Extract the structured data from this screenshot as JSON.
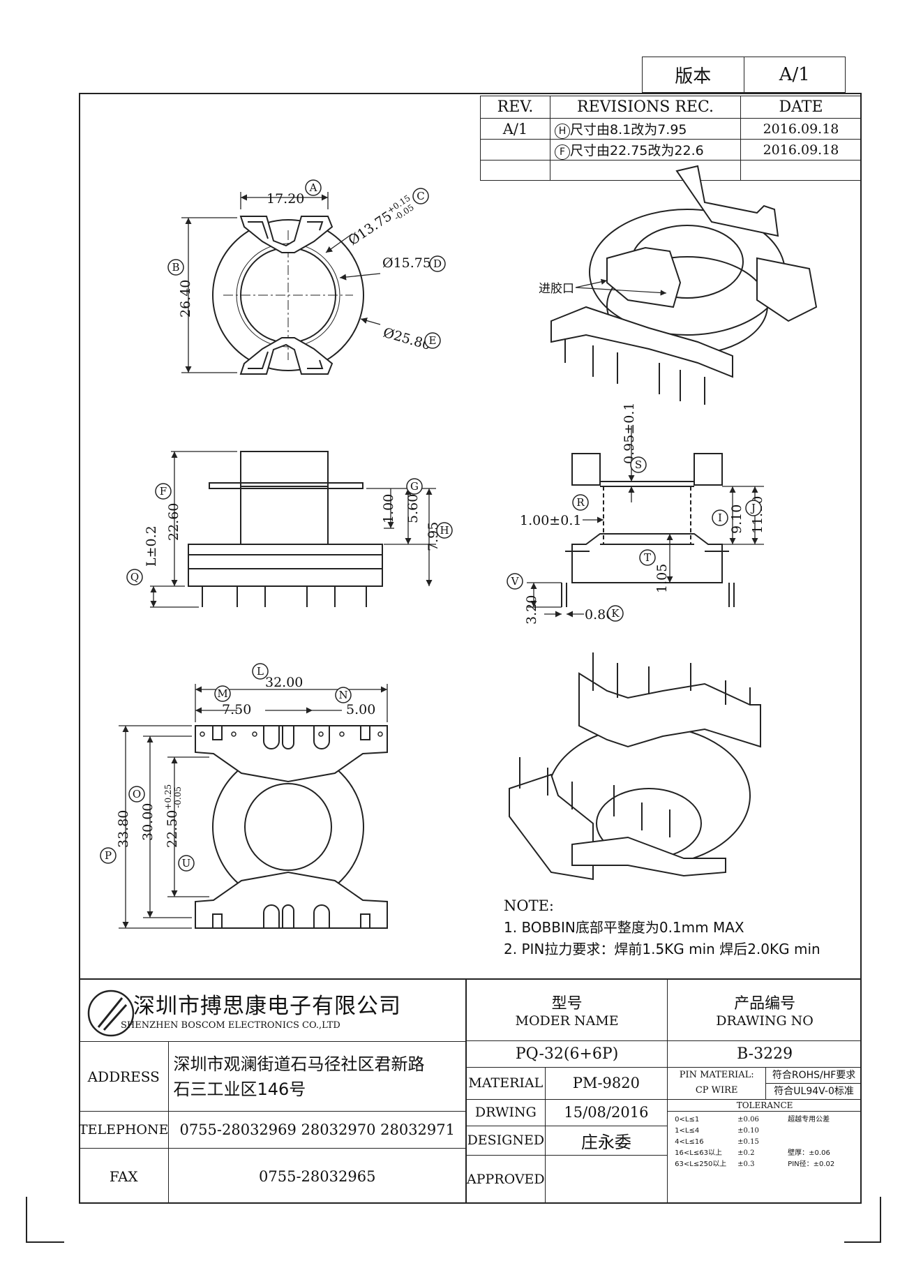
{
  "version": {
    "label": "版本",
    "value": "A/1"
  },
  "revisions": {
    "headers": [
      "REV.",
      "REVISIONS REC.",
      "DATE"
    ],
    "rows": [
      {
        "rev": "A/1",
        "marker": "H",
        "text": "尺寸由8.1改为7.95",
        "date": "2016.09.18"
      },
      {
        "rev": "",
        "marker": "F",
        "text": "尺寸由22.75改为22.6",
        "date": "2016.09.18"
      }
    ]
  },
  "dims": {
    "top": {
      "width": "17.20",
      "inner_dia": "Ø13.75",
      "inner_tol_up": "+0.15",
      "inner_tol_dn": "-0.05",
      "mid_dia": "Ø15.75",
      "outer_dia": "Ø25.80",
      "height": "26.40"
    },
    "front": {
      "height": "22.60",
      "pin_len": "L±0.2",
      "d1": "1.00",
      "d2": "5.60",
      "d3": "7.95"
    },
    "side": {
      "top_gap": "0.95±0.1",
      "wall": "1.00±0.1",
      "h1": "9.10",
      "h2": "11.10",
      "flange": "1.05",
      "pin_h": "3.20",
      "pin_w": "0.80"
    },
    "bottom": {
      "width": "32.00",
      "pitch_m": "7.50",
      "pitch_n": "5.00",
      "h_outer": "33.80",
      "h_mid": "30.00",
      "h_inner": "22.50",
      "h_inner_tol_up": "+0.25",
      "h_inner_tol_dn": "-0.05"
    }
  },
  "markers": [
    "A",
    "B",
    "C",
    "D",
    "E",
    "F",
    "G",
    "H",
    "I",
    "J",
    "K",
    "L",
    "M",
    "N",
    "O",
    "P",
    "Q",
    "R",
    "S",
    "T",
    "U",
    "V"
  ],
  "iso_label": "进胶口",
  "notes": {
    "title": "NOTE:",
    "items": [
      "1. BOBBIN底部平整度为0.1mm MAX",
      "2. PIN拉力要求：焊前1.5KG min 焊后2.0KG min"
    ]
  },
  "company": {
    "name_cn": "深圳市搏思康电子有限公司",
    "name_en": "SHENZHEN BOSCOM ELECTRONICS CO.,LTD"
  },
  "address": {
    "label": "ADDRESS",
    "line1": "深圳市观澜街道石马径社区君新路",
    "line2": "石三工业区146号"
  },
  "telephone": {
    "label": "TELEPHONE",
    "value": "0755-28032969 28032970 28032971"
  },
  "fax": {
    "label": "FAX",
    "value": "0755-28032965"
  },
  "model": {
    "label_cn": "型号",
    "label_en": "MODER NAME",
    "value": "PQ-32(6+6P)"
  },
  "drawing_no": {
    "label_cn": "产品编号",
    "label_en": "DRAWING NO",
    "value": "B-3229"
  },
  "material": {
    "label": "MATERIAL",
    "value": "PM-9820"
  },
  "drawing": {
    "label": "DRWING",
    "value": "15/08/2016"
  },
  "designed": {
    "label": "DESIGNED",
    "value": "庄永委"
  },
  "approved": {
    "label": "APPROVED",
    "value": ""
  },
  "pin_material": {
    "label1": "PIN MATERIAL:",
    "label2": "CP WIRE",
    "req1": "符合ROHS/HF要求",
    "req2": "符合UL94V-0标准"
  },
  "tolerance": {
    "title": "TOLERANCE",
    "rows": [
      {
        "range": "0<L≤1",
        "tol": "±0.06"
      },
      {
        "range": "1<L≤4",
        "tol": "±0.10"
      },
      {
        "range": "4<L≤16",
        "tol": "±0.15"
      },
      {
        "range": "16<L≤63以上",
        "tol": "±0.2"
      },
      {
        "range": "63<L≤250以上",
        "tol": "±0.3"
      }
    ],
    "special_title": "超越专用公差",
    "special": [
      {
        "name": "壁厚：",
        "tol": "±0.06"
      },
      {
        "name": "PIN径：",
        "tol": "±0.02"
      }
    ]
  }
}
